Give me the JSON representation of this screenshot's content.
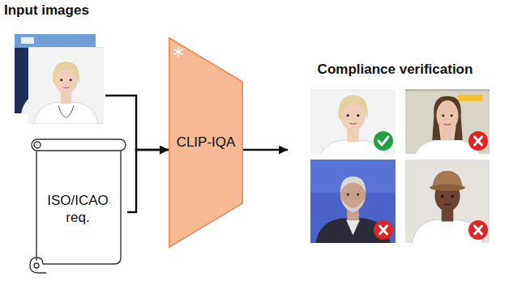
{
  "diagram": {
    "nodes": [
      {
        "text": [
          "Input images"
        ]
      },
      {
        "text": [
          "ISO/ICAO req."
        ]
      },
      {
        "text": [
          "CLIP-IQA"
        ]
      },
      {
        "text": [
          "Compliance verification"
        ]
      }
    ],
    "edges": [
      {
        "from": 0,
        "to": 2,
        "arrow": "to"
      },
      {
        "from": 1,
        "to": 2,
        "arrow": "to"
      },
      {
        "from": 2,
        "to": 3,
        "arrow": "to"
      }
    ]
  }
}
